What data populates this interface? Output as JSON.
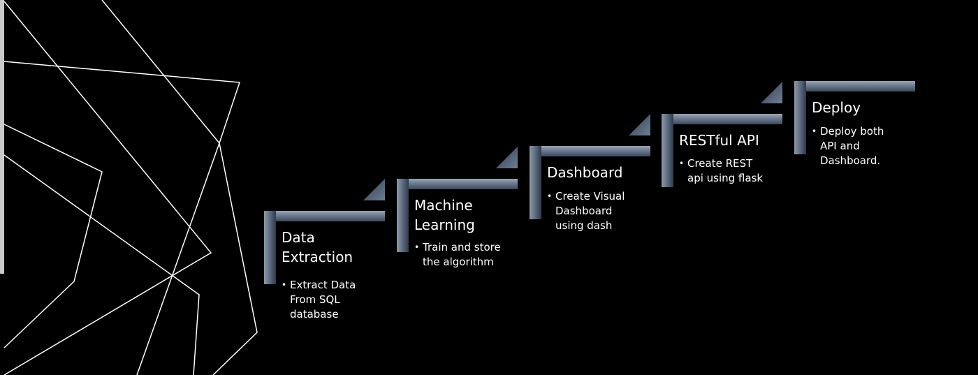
{
  "stages": [
    {
      "title": "Data\nExtraction",
      "bullet": "Extract Data\nFrom SQL\ndatabase"
    },
    {
      "title": "Machine\nLearning",
      "bullet": "Train and store\nthe algorithm"
    },
    {
      "title": "Dashboard",
      "bullet": "Create Visual\nDashboard\nusing dash"
    },
    {
      "title": "RESTful API",
      "bullet": "Create REST\napi using flask"
    },
    {
      "title": "Deploy",
      "bullet": "Deploy both\nAPI and\nDashboard."
    }
  ]
}
